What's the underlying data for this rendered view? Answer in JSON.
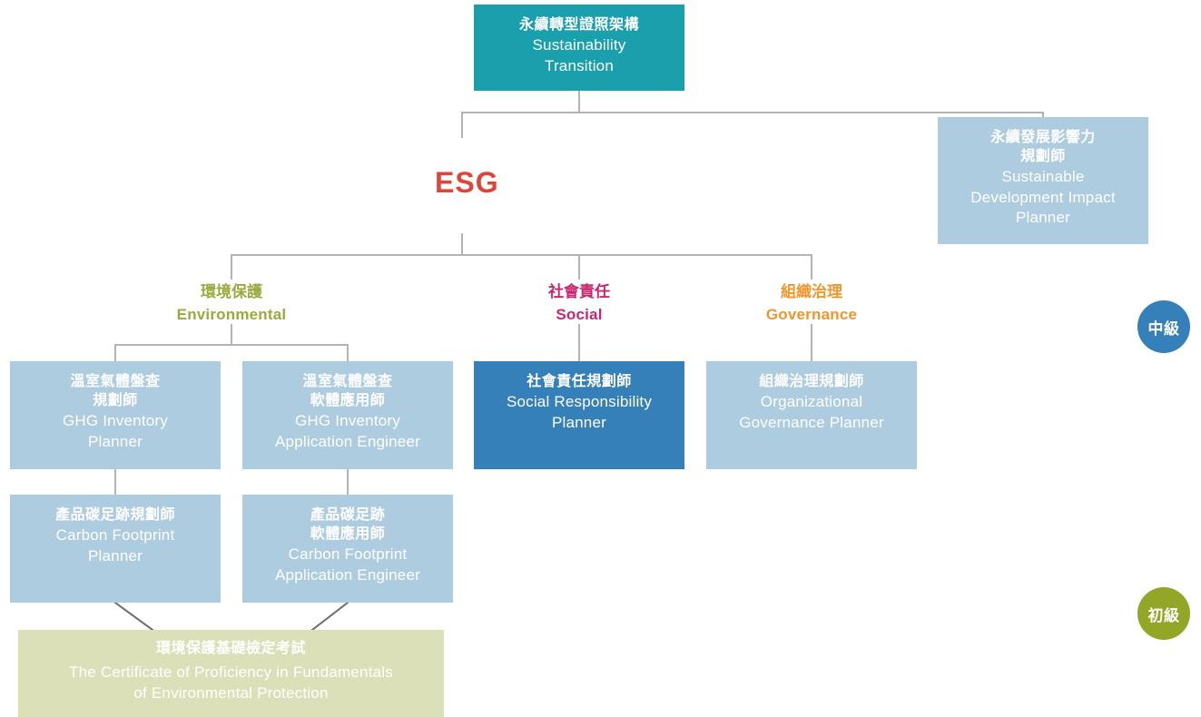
{
  "diagram": {
    "title_zh": "永續轉型證照架構",
    "title_en": "Sustainability\nTransition",
    "esg_label": "ESG",
    "colors": {
      "teal": "#1aa0ac",
      "light_blue": "#aecce0",
      "dark_blue": "#3580b8",
      "olive_box": "#dbe0b8",
      "environmental": "#9aaa3c",
      "social": "#c8266e",
      "governance": "#f0962c",
      "esg_red": "#e0453c",
      "badge_blue": "#3580b8",
      "badge_green": "#93a627",
      "connector": "#b3b3b3"
    }
  },
  "root": {
    "zh": "永續轉型證照架構",
    "en": "Sustainability\nTransition"
  },
  "impact_node": {
    "zh": "永續發展影響力\n規劃師",
    "en": "Sustainable\nDevelopment Impact\nPlanner"
  },
  "categories": [
    {
      "zh": "環境保護",
      "en": "Environmental",
      "color": "#9aaa3c"
    },
    {
      "zh": "社會責任",
      "en": "Social",
      "color": "#c8266e"
    },
    {
      "zh": "組織治理",
      "en": "Governance",
      "color": "#f0962c"
    }
  ],
  "nodes": {
    "ghg_planner": {
      "zh": "溫室氣體盤查\n規劃師",
      "en": "GHG Inventory\nPlanner"
    },
    "ghg_engineer": {
      "zh": "溫室氣體盤查\n軟體應用師",
      "en": "GHG Inventory\nApplication Engineer"
    },
    "social_planner": {
      "zh": "社會責任規劃師",
      "en": "Social Responsibility\nPlanner"
    },
    "governance_planner": {
      "zh": "組織治理規劃師",
      "en": "Organizational\nGovernance Planner"
    },
    "carbon_planner": {
      "zh": "產品碳足跡規劃師",
      "en": "Carbon Footprint\nPlanner"
    },
    "carbon_engineer": {
      "zh": "產品碳足跡\n軟體應用師",
      "en": "Carbon Footprint\nApplication Engineer"
    },
    "certificate": {
      "zh": "環境保護基礎檢定考試",
      "en": "The Certificate of Proficiency in Fundamentals\nof Environmental Protection"
    }
  },
  "badges": [
    {
      "label": "中級",
      "color": "#3580b8"
    },
    {
      "label": "初級",
      "color": "#93a627"
    }
  ]
}
